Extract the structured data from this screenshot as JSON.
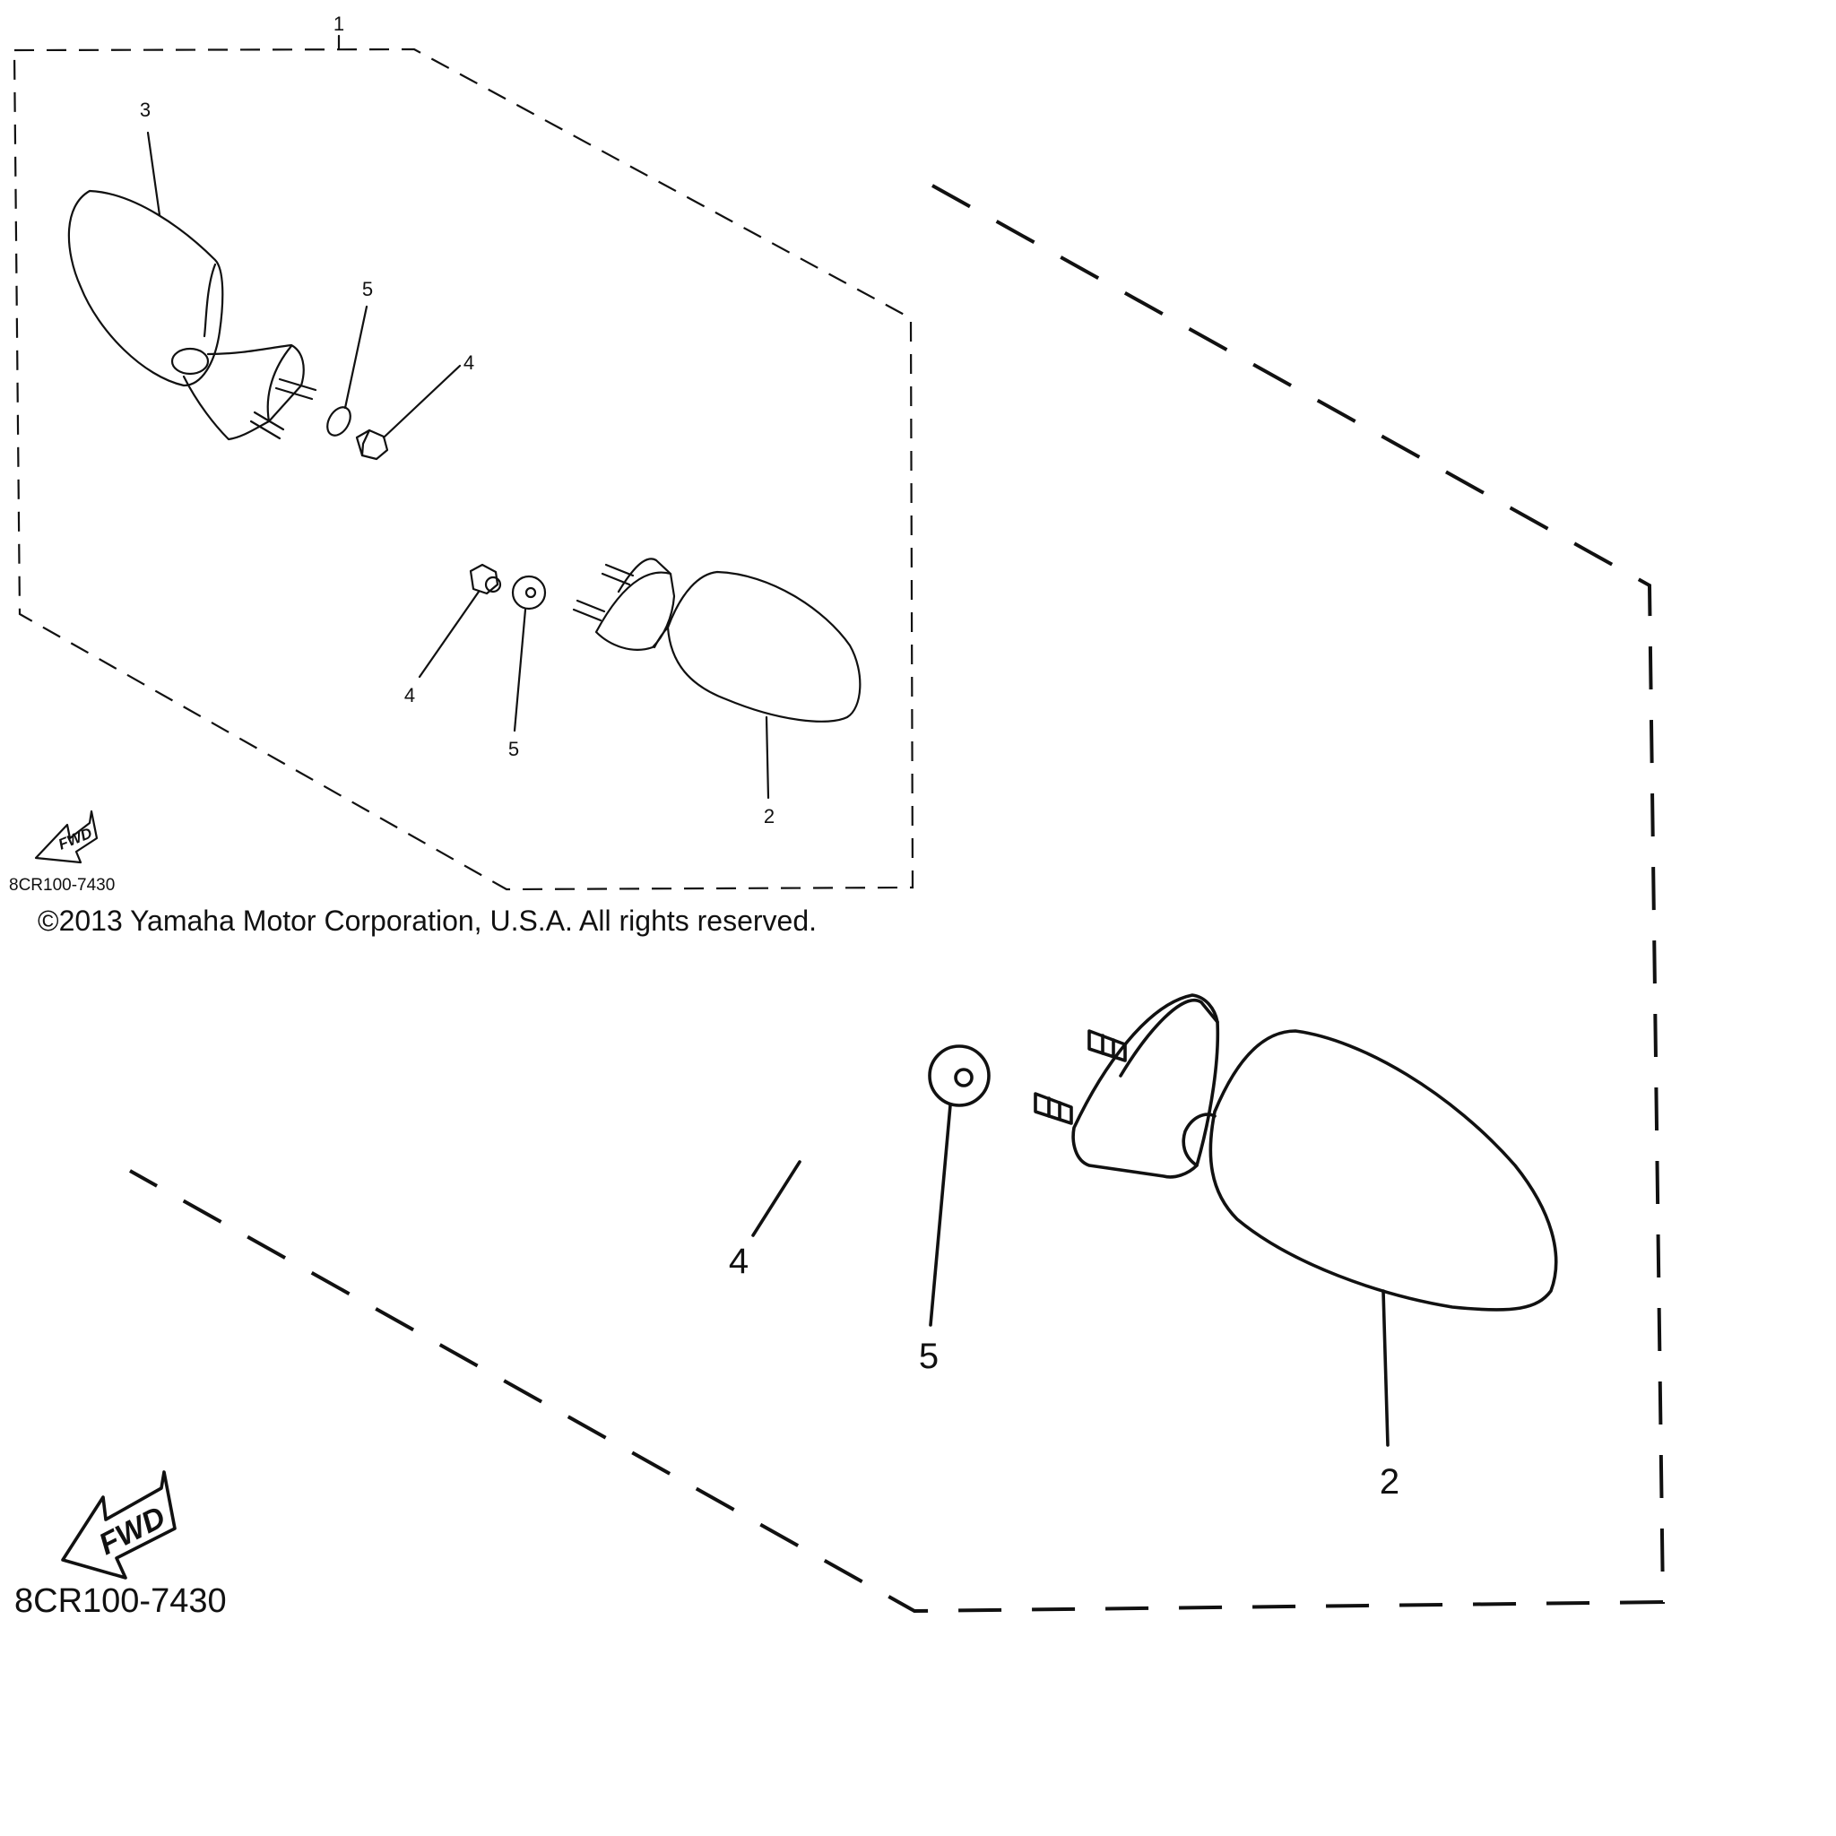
{
  "small_view": {
    "callouts": {
      "assembly": "1",
      "mirror_right": "2",
      "mirror_left": "3",
      "nut_left": "4",
      "washer_left": "5",
      "nut_right": "4",
      "washer_right": "5"
    },
    "fwd_label": "FWD",
    "diagram_code": "8CR100-7430"
  },
  "copyright": "©2013 Yamaha Motor Corporation, U.S.A. All rights reserved.",
  "large_view": {
    "callouts": {
      "nut": "4",
      "washer": "5",
      "mirror": "2"
    },
    "fwd_label": "FWD",
    "diagram_code": "8CR100-7430"
  }
}
